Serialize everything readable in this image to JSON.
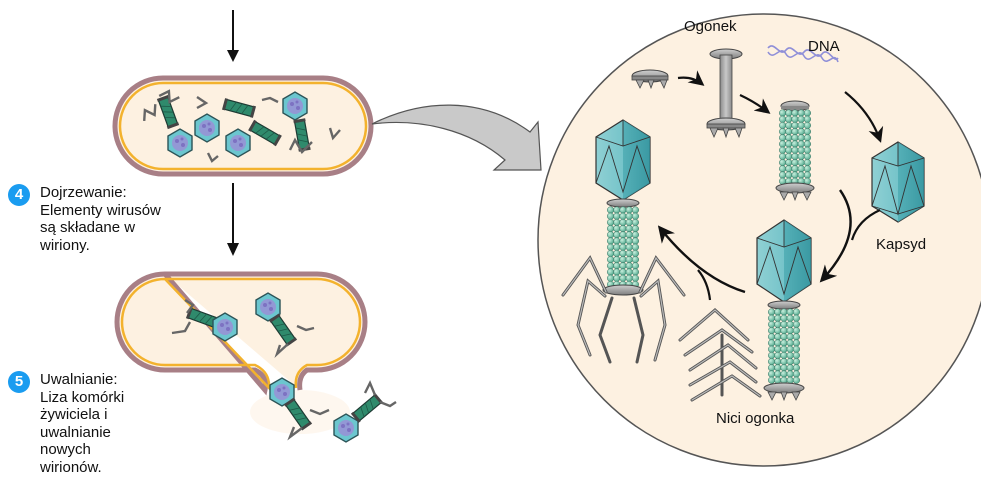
{
  "steps": [
    {
      "number": "4",
      "title": "Dojrzewanie:",
      "text": "Elementy wirusów\nsą składane w\nwiriony."
    },
    {
      "number": "5",
      "title": "Uwalnianie:",
      "text": "Liza komórki\nżywiciela i\nuwalnianie\nnowych\nwirionów."
    }
  ],
  "labels": {
    "tail": "Ogonek",
    "dna": "DNA",
    "capsid": "Kapsyd",
    "tail_fibers": "Nici ogonka"
  },
  "colors": {
    "step_badge": "#1a9cf0",
    "cell_fill": "#fdf1e1",
    "cell_membrane_outer": "#a87f86",
    "cell_membrane_inner": "#f3b22d",
    "capsid": "#4fb0b8",
    "tail_bead": "#79c9ad",
    "dna": "#8f8fd8",
    "arrow_grey": "#c9c9c9"
  }
}
